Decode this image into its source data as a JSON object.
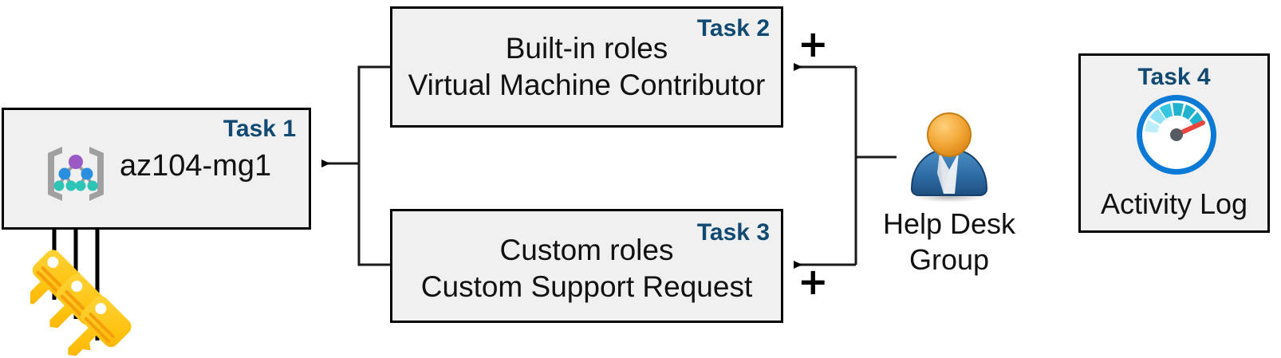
{
  "diagram": {
    "title": "Azure RBAC task diagram",
    "background_color": "#ffffff",
    "box_fill": "#f0f0f0",
    "box_border": "#000000",
    "task_label_color": "#104A72",
    "text_color": "#111111"
  },
  "boxes": [
    {
      "id": "box1",
      "task_tag": "Task 1",
      "label": "az104-mg1",
      "icon": "management-group-icon",
      "icon_colors": {
        "bracket": "#a0a0a0",
        "root_node": "#9b59c6",
        "mid_node": "#2a8fe0",
        "leaf_node": "#2ec4b6"
      }
    },
    {
      "id": "box2",
      "task_tag": "Task 2",
      "line1": "Built-in roles",
      "line2": "Virtual Machine Contributor"
    },
    {
      "id": "box3",
      "task_tag": "Task 3",
      "line1": "Custom roles",
      "line2": "Custom Support Request"
    },
    {
      "id": "box4",
      "task_tag": "Task 4",
      "label": "Activity Log",
      "icon": "gauge-icon",
      "icon_colors": {
        "ring": "#0b7ad6",
        "needle": "#e8453c",
        "segment_dark": "#1fb3cf",
        "segment_light": "#8fe2f5"
      }
    }
  ],
  "actor": {
    "icon": "user-group-icon",
    "label": "Help Desk\nGroup",
    "icon_colors": {
      "head": "#f0a830",
      "body": "#2d6ca8"
    }
  },
  "keys": {
    "icon": "key-icon",
    "count": 3,
    "color": "#ffc20e"
  },
  "operators": {
    "plus_top": "+",
    "plus_bottom": "+"
  },
  "connectors": [
    {
      "name": "roles-to-management-group",
      "from": [
        "box2",
        "box3"
      ],
      "to": "box1",
      "arrow": "left"
    },
    {
      "name": "helpdesk-to-roles",
      "from": "help-desk-group",
      "to": [
        "box2",
        "box3"
      ],
      "arrow": "left"
    },
    {
      "name": "keys-to-management-group",
      "from": "keys",
      "to": "box1",
      "arrow": "up",
      "count": 3
    }
  ]
}
